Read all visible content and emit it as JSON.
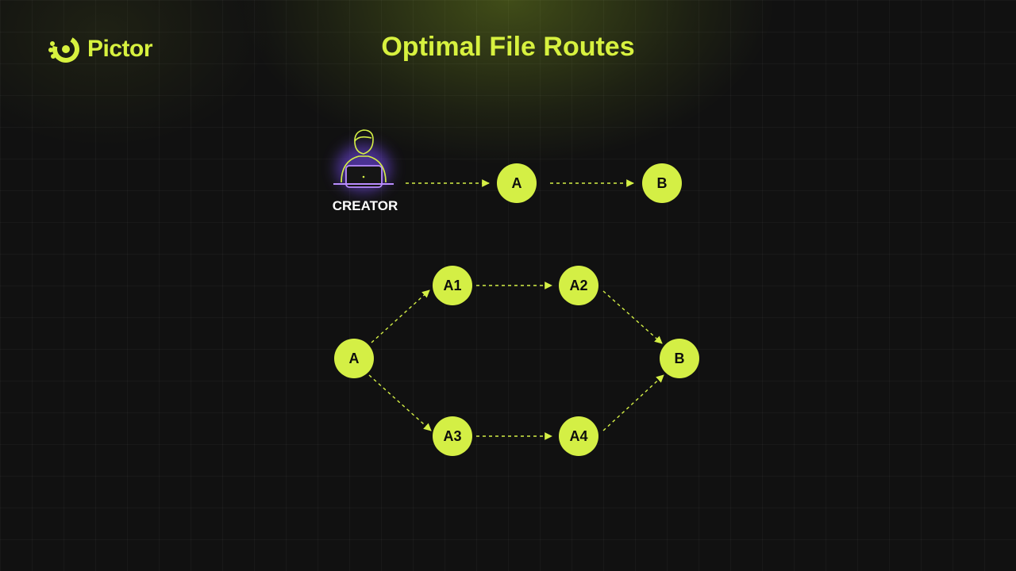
{
  "brand": {
    "name": "Pictor",
    "icon": "pictor-logo-icon",
    "color": "#d7f13f"
  },
  "title": "Optimal File Routes",
  "creator": {
    "label": "CREATOR",
    "icon": "person-laptop-icon",
    "accent": "#a77bff"
  },
  "colors": {
    "node": "#d4ef45",
    "background": "#111111"
  },
  "diagram": {
    "top_route": {
      "nodes": [
        "A",
        "B"
      ],
      "edges": [
        [
          "CREATOR",
          "A"
        ],
        [
          "A",
          "B"
        ]
      ]
    },
    "bottom_route": {
      "nodes": [
        "A",
        "A1",
        "A2",
        "A3",
        "A4",
        "B"
      ],
      "edges": [
        [
          "A",
          "A1"
        ],
        [
          "A1",
          "A2"
        ],
        [
          "A2",
          "B"
        ],
        [
          "A",
          "A3"
        ],
        [
          "A3",
          "A4"
        ],
        [
          "A4",
          "B"
        ]
      ]
    }
  }
}
